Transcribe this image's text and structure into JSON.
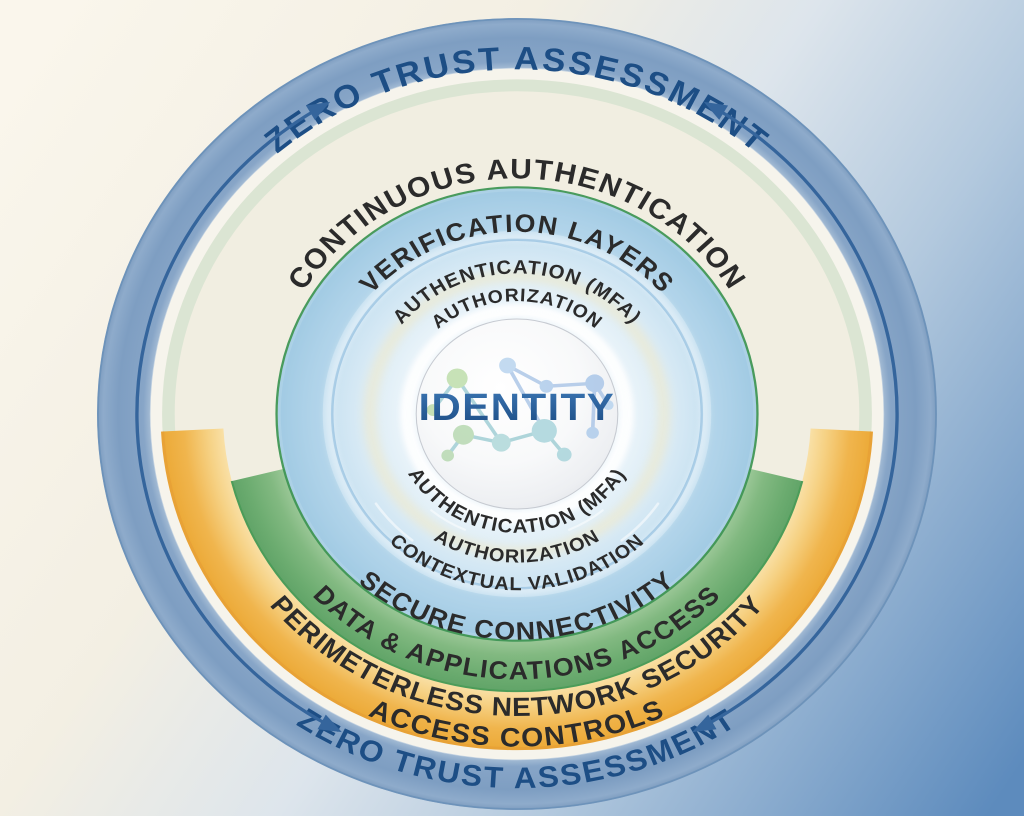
{
  "diagram": {
    "type": "zero-trust-concentric-rings",
    "center": {
      "label": "IDENTITY"
    },
    "arcs_top": [
      {
        "name": "zero-trust-assessment-top",
        "label": "ZERO TRUST ASSESSMENT"
      },
      {
        "name": "continuous-authentication",
        "label": "CONTINUOUS AUTHENTICATION"
      },
      {
        "name": "verification-layers",
        "label": "VERIFICATION LAYERS"
      },
      {
        "name": "authentication-mfa-top",
        "label": "AUTHENTICATION (MFA)"
      },
      {
        "name": "authorization-top",
        "label": "AUTHORIZATION"
      }
    ],
    "arcs_bottom": [
      {
        "name": "authentication-mfa-bottom",
        "label": "AUTHENTICATION (MFA)"
      },
      {
        "name": "authorization-bottom",
        "label": "AUTHORIZATION"
      },
      {
        "name": "contextual-validation",
        "label": "CONTEXTUAL VALIDATION"
      },
      {
        "name": "secure-connectivity",
        "label": "SECURE CONNECTIVITY"
      },
      {
        "name": "data-applications-access",
        "label": "DATA & APPLICATIONS ACCESS"
      },
      {
        "name": "perimeterless-network-security",
        "label": "PERIMETERLESS NETWORK SECURITY"
      },
      {
        "name": "access-controls",
        "label": "ACCESS CONTROLS"
      },
      {
        "name": "zero-trust-assessment-bottom",
        "label": "ZERO TRUST ASSESSMENT"
      }
    ],
    "colors": {
      "navy_text": "#1d4e85",
      "dark_text": "#2b2b2b",
      "outer_ring_blue": "#7e9ec2",
      "arrow_blue": "#35659c",
      "yellow_band": "#f0b54d",
      "orange_edge": "#e8a236",
      "green_band": "#6cac70",
      "green_edge": "#3f9655",
      "inner_blue": "#abd0e6",
      "identity_blue": "#1b4a82",
      "background_cream": "#faf6ec",
      "background_blue": "#5d8bbd"
    }
  }
}
